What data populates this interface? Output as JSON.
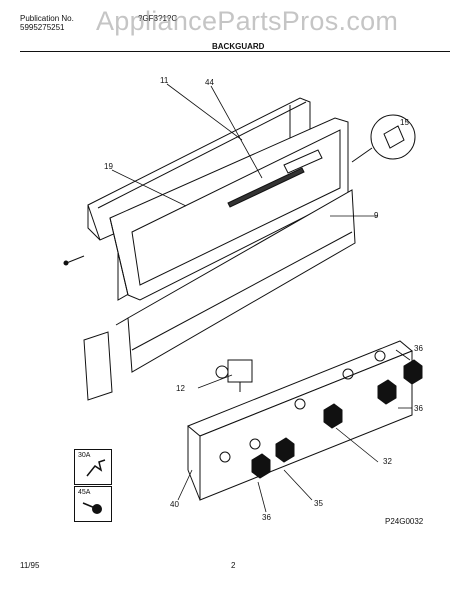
{
  "header": {
    "publication_label": "Publication No.",
    "publication_number": "5995275251",
    "model_partial": "?GF3?1?C",
    "section_title": "BACKGUARD"
  },
  "watermark": "AppliancePartsPros.com",
  "callouts": {
    "c11": "11",
    "c44": "44",
    "c15": "15",
    "c19": "19",
    "c9": "9",
    "c12": "12",
    "c36a": "36",
    "c36b": "36",
    "c36c": "36",
    "c35": "35",
    "c32": "32",
    "c40": "40",
    "c30a": "30A",
    "c45a": "45A"
  },
  "diagram_id": "P24G0032",
  "footer": {
    "date": "11/95",
    "page": "2"
  }
}
